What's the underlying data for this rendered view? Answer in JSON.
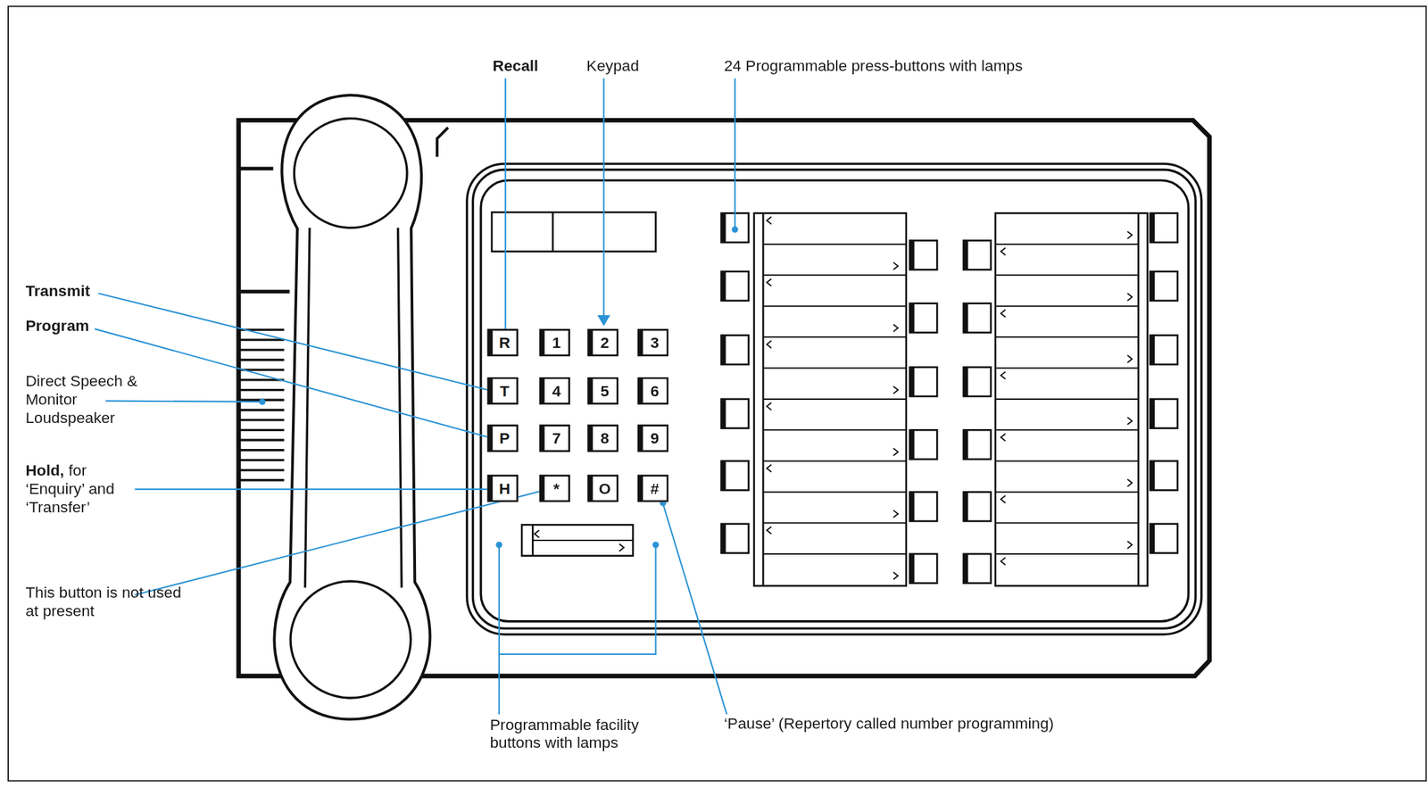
{
  "diagram": {
    "nodes": [
      {
        "text": [
          "R"
        ]
      },
      {
        "text": [
          "1"
        ]
      },
      {
        "text": [
          "2"
        ]
      },
      {
        "text": [
          "3"
        ]
      },
      {
        "text": [
          "T"
        ]
      },
      {
        "text": [
          "4"
        ]
      },
      {
        "text": [
          "5"
        ]
      },
      {
        "text": [
          "6"
        ]
      },
      {
        "text": [
          "P"
        ]
      },
      {
        "text": [
          "7"
        ]
      },
      {
        "text": [
          "8"
        ]
      },
      {
        "text": [
          "9"
        ]
      },
      {
        "text": [
          "H"
        ]
      },
      {
        "text": [
          "*"
        ]
      },
      {
        "text": [
          "O"
        ]
      },
      {
        "text": [
          "#"
        ]
      }
    ],
    "labels": [
      "Recall",
      "Keypad",
      "24 Programmable press-buttons with lamps",
      "Transmit",
      "Program",
      "Direct Speech & Monitor Loudspeaker",
      "Hold,",
      "for ‘Enquiry’ and ‘Transfer’",
      "This button is not used at present",
      "Programmable facility buttons with lamps",
      "‘Pause’ (Repertory called number programming)"
    ]
  }
}
